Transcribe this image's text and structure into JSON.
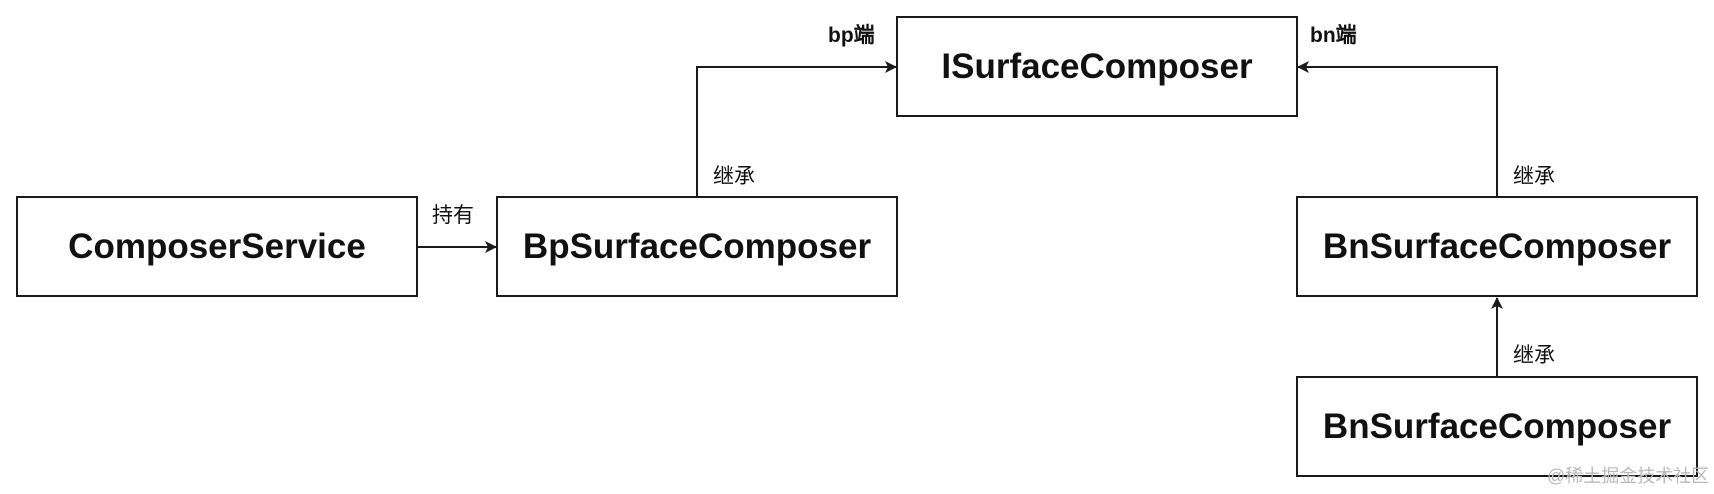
{
  "nodes": {
    "isurface": "ISurfaceComposer",
    "composer_service": "ComposerService",
    "bp_surface": "BpSurfaceComposer",
    "bn_surface_upper": "BnSurfaceComposer",
    "bn_surface_lower": "BnSurfaceComposer"
  },
  "edge_labels": {
    "hold": "持有",
    "inherit_bp": "继承",
    "inherit_bn_upper": "继承",
    "inherit_bn_lower": "继承"
  },
  "side_labels": {
    "bp_side": "bp端",
    "bn_side": "bn端"
  },
  "watermark": "@稀土掘金技术社区"
}
